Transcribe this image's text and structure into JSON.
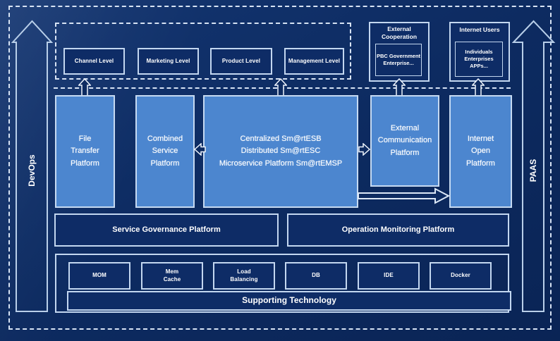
{
  "frame": {
    "left_arrow_label": "DevOps",
    "right_arrow_label": "PAAS"
  },
  "levels": [
    "Channel Level",
    "Marketing Level",
    "Product Level",
    "Management Level"
  ],
  "external_cooperation": {
    "title": "External\nCooperation",
    "members": "PBC Government\nEnterprise..."
  },
  "internet_users": {
    "title": "Internet Users",
    "members": "Individuals\nEnterprises\nAPPs..."
  },
  "platforms": {
    "file_transfer": "File\nTransfer\nPlatform",
    "combined_service": "Combined\nService\nPlatform",
    "central": "Centralized Sm@rtESB\nDistributed Sm@rtESC\nMicroservice Platform Sm@rtEMSP",
    "external_communication": "External\nCommunication\nPlatform",
    "internet_open": "Internet\nOpen\nPlatform"
  },
  "governance_row": {
    "service_governance": "Service Governance Platform",
    "operation_monitoring": "Operation Monitoring Platform"
  },
  "supporting": {
    "title": "Supporting Technology",
    "items": [
      "MOM",
      "Mem\nCache",
      "Load\nBalancing",
      "DB",
      "IDE",
      "Docker"
    ]
  },
  "colors": {
    "background": "#0d2b61",
    "light_box": "#4c86cf",
    "dark_box": "#0e2c66",
    "line": "#d7e3f4",
    "text": "#ffffff"
  }
}
